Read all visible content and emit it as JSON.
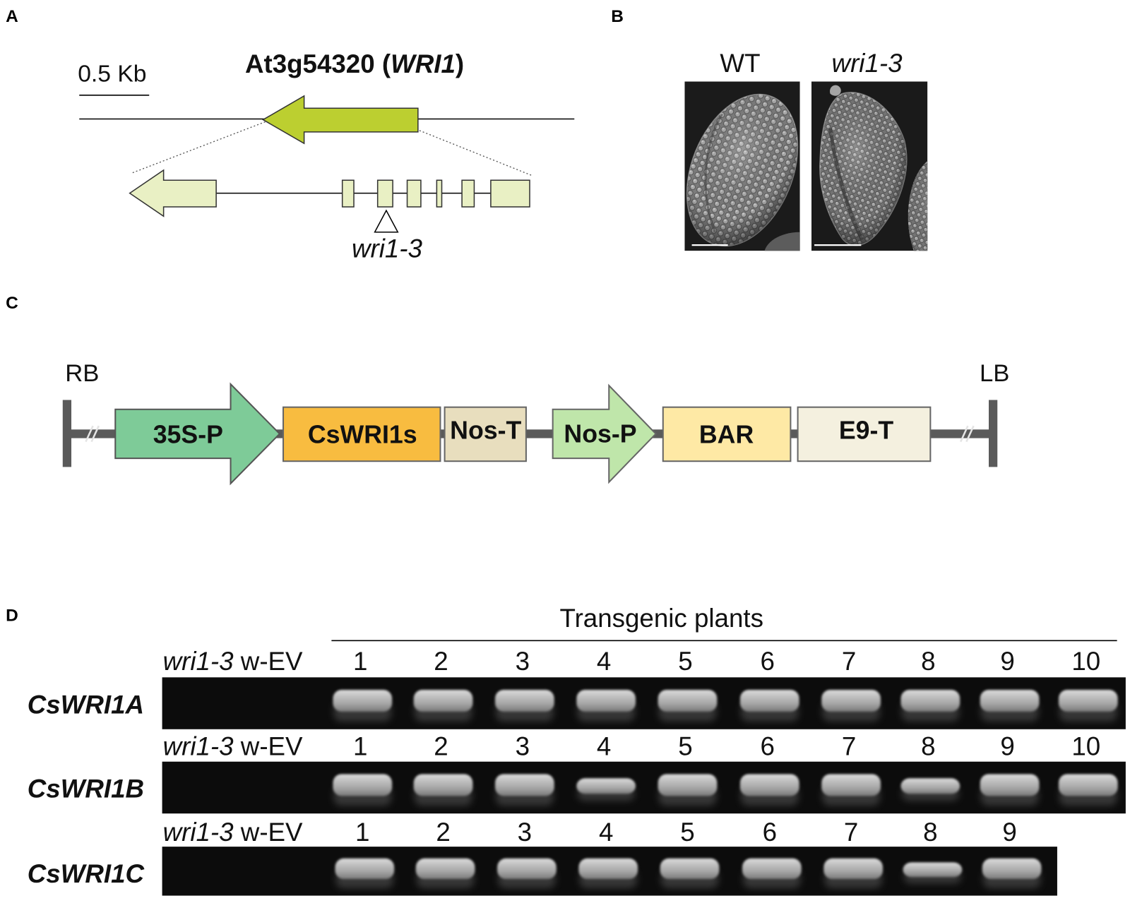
{
  "figure": {
    "panel_labels": {
      "a": "A",
      "b": "B",
      "c": "C",
      "d": "D"
    },
    "panel_a": {
      "scale_bar_label": "0.5 Kb",
      "gene_title": {
        "locus": "At3g54320 (",
        "symbol": "WRI1",
        "close": ")"
      },
      "insertion_allele": "wri1-3",
      "colors": {
        "genomic_arrow": "#bccf30",
        "gene_model": "#e9f0c4"
      }
    },
    "panel_b": {
      "captions": {
        "wild_type": "WT",
        "mutant": "wri1-3"
      }
    },
    "panel_c": {
      "left_border": "RB",
      "right_border": "LB",
      "cassette": [
        {
          "label": "35S-P",
          "color": "#7ecb98"
        },
        {
          "label": "CsWRI1s",
          "color": "#f8bc40"
        },
        {
          "label": "Nos-T",
          "color": "#e8debe"
        },
        {
          "label": "Nos-P",
          "color": "#bfe6aa"
        },
        {
          "label": "BAR",
          "color": "#fee9a5"
        },
        {
          "label": "E9-T",
          "color": "#f4f0df"
        }
      ]
    },
    "panel_d": {
      "header": "Transgenic plants",
      "gels": [
        {
          "gene": "CsWRI1A",
          "control_genotype": "wri1-3",
          "control_vector": "w-EV",
          "lanes": [
            "1",
            "2",
            "3",
            "4",
            "5",
            "6",
            "7",
            "8",
            "9",
            "10"
          ]
        },
        {
          "gene": "CsWRI1B",
          "control_genotype": "wri1-3",
          "control_vector": "w-EV",
          "lanes": [
            "1",
            "2",
            "3",
            "4",
            "5",
            "6",
            "7",
            "8",
            "9",
            "10"
          ]
        },
        {
          "gene": "CsWRI1C",
          "control_genotype": "wri1-3",
          "control_vector": "w-EV",
          "lanes": [
            "1",
            "2",
            "3",
            "4",
            "5",
            "6",
            "7",
            "8",
            "9"
          ]
        }
      ]
    }
  }
}
